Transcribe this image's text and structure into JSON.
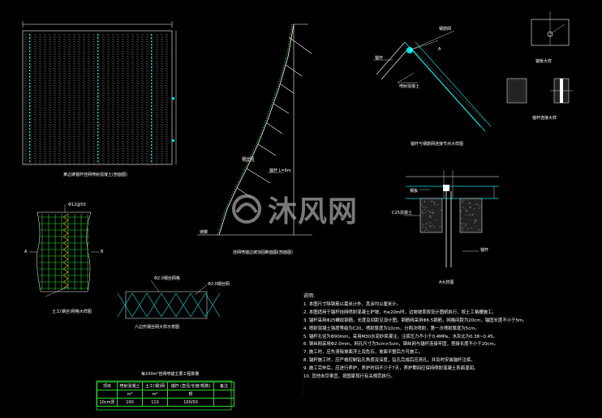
{
  "captions": {
    "panel_main": "某边坡锚杆挂网喷射混凝土(剖面图)",
    "section_slope": "挂网喷锚边坡加固断面图(剖面图)",
    "detail_anchor_head": "锚杆与钢筋网连接节点大样图",
    "detail_grid": "土工(钢丝)网格大样图",
    "detail_mesh": "六边形钢丝网大样示意图",
    "detail_plan": "A大样图",
    "detail_small_top": "锚板大样",
    "detail_small_bottom": "锚杆连接大样"
  },
  "labels": {
    "grid_A": "A",
    "grid_B": "B",
    "grid_top": "Φ12@50",
    "mesh_top_left": "Φ2.0钢丝网格",
    "mesh_top_right": "Φ2.0钢丝网",
    "slope_anchor": "锚杆 L=6m",
    "slope_mesh": "钢丝网",
    "slope_base": "坡脚",
    "anchor_A": "A",
    "anchor_label1": "锚杆",
    "anchor_label2": "钢筋网",
    "anchor_label3": "喷射混凝土",
    "plan_label1": "C25混凝土",
    "plan_label2": "锚杆",
    "plan_label3": "钢板"
  },
  "watermark": {
    "text": "沐风网"
  },
  "notes": {
    "title": "说明:",
    "items": [
      "1. 本图尺寸除钢筋以毫米计外，其余均以厘米计。",
      "2. 本图适用于锚杆挂网喷射混凝土护坡，H≤20m时，边坡坡率按设计图纸执行，按土工格栅施工。",
      "3. 锚杆采用Φ25螺纹钢筋，长度及间距见设计图，钢筋网采用Φ6.5钢筋，网格间距为20cm，锚固长度不小于5m。",
      "4. 喷射混凝土强度等级为C20，喷射厚度为10cm，分两次喷射，第一次喷射厚度为5cm。",
      "5. 锚杆孔径为Φ90mm，采用M30水泥砂浆灌注，注浆压力不小于0.4MPa，水灰比为0.38~0.45。",
      "6. 钢丝网采用Φ2.0mm，网孔尺寸为5cm×5cm，钢丝网与锚杆连接牢固，搭接长度不小于20cm。",
      "7. 施工时，应先清除坡面浮土及危石，坡面平整后方可施工。",
      "8. 锚杆施工时，应严格控制钻孔角度及深度，钻孔完成后应清孔，并及时安装锚杆注浆。",
      "9. 施工完毕后，应进行养护，养护时间不少于7天，养护期间应保持喷射混凝土表面湿润。",
      "10. 其他未尽事宜，按国家现行有关规范执行。"
    ]
  },
  "table": {
    "title": "每100m²挂网喷锚主要工程数量",
    "headers": [
      "项目",
      "喷射混凝土",
      "土工(钢)网",
      "锚杆 (直径/长度/根数)",
      "备注"
    ],
    "units": [
      "",
      "m³",
      "m²",
      "根",
      ""
    ],
    "row": [
      "10cm厚",
      "100",
      "110",
      "100/50",
      ""
    ]
  }
}
